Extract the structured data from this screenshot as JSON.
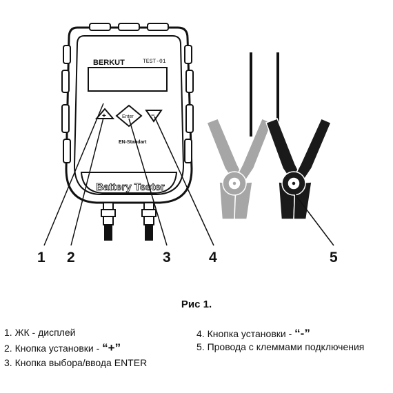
{
  "device": {
    "brand": "BERKUT",
    "model": "TEST-01",
    "enter_label": "Enter",
    "plus_symbol": "+",
    "minus_symbol": "−",
    "standard_label": "EN-Standart",
    "product_label": "Battery Tester"
  },
  "callouts": [
    "1",
    "2",
    "3",
    "4",
    "5"
  ],
  "caption": "Рис 1.",
  "legend": {
    "item1": "1. ЖК - дисплей",
    "item2_text": "2. Кнопка установки - ",
    "item2_symbol": "“+”",
    "item3": "3. Кнопка выбора/ввода ENTER",
    "item4_text": "4. Кнопка установки - ",
    "item4_symbol": "“-”",
    "item5": "5. Провода с клеммами подключения"
  },
  "colors": {
    "line": "#111111",
    "clamp_gray": "#a6a6a6",
    "clamp_black": "#1a1a1a"
  }
}
